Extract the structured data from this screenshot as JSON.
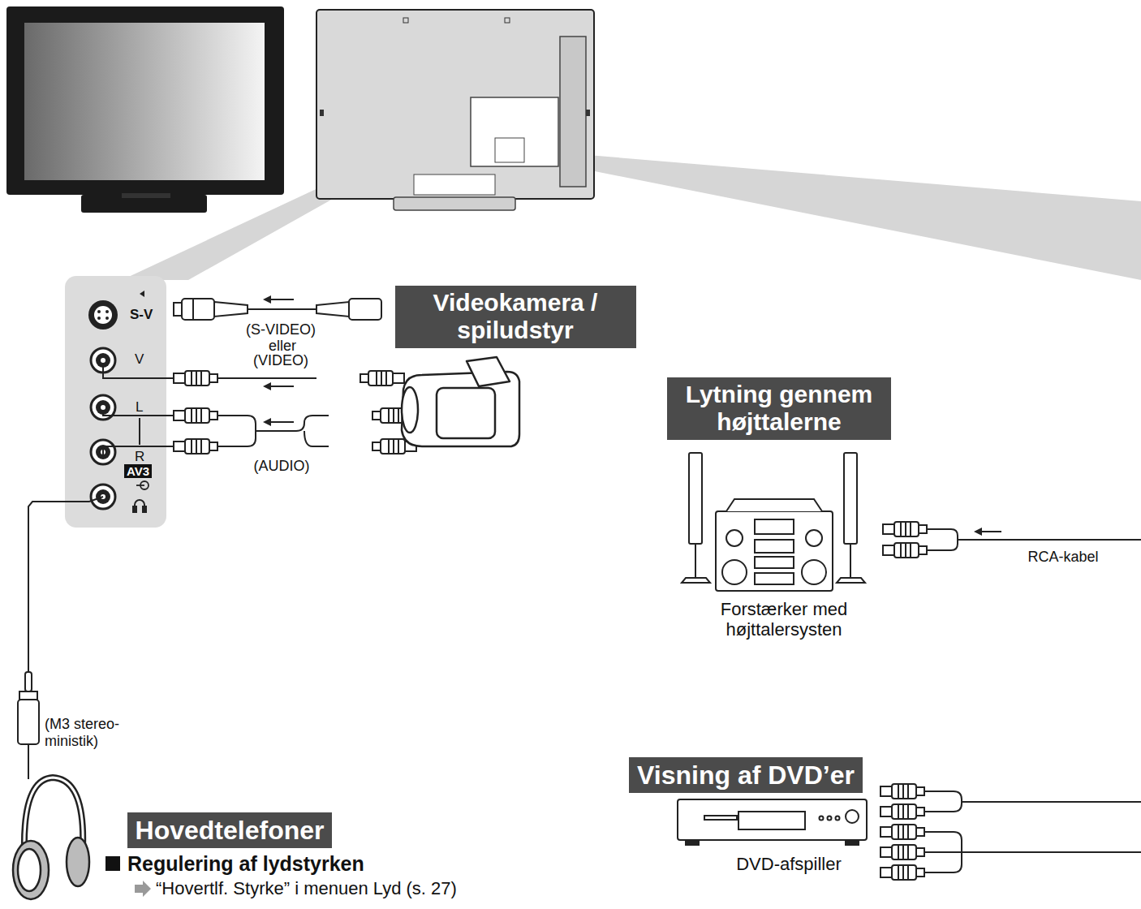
{
  "diagram": {
    "nodes": [
      {
        "text": [
          "Videokamera / spiludstyr"
        ]
      },
      {
        "text": [
          "Lytning gennem højttalerne"
        ]
      },
      {
        "text": [
          "Visning af DVD’er"
        ]
      },
      {
        "text": [
          "Hovedtelefoner"
        ]
      }
    ],
    "labels": [
      "S-V",
      "V",
      "L",
      "R",
      "AV3",
      "(S-VIDEO)",
      "eller",
      "(VIDEO)",
      "(AUDIO)",
      "RCA-kabel",
      "Forstærker med højttalersysten",
      "DVD-afspiller",
      "(M3 stereo- ministik)",
      "Regulering af lydstyrken",
      "“Hovertlf. Styrke” i menuen Lyd (s. 27)"
    ]
  }
}
